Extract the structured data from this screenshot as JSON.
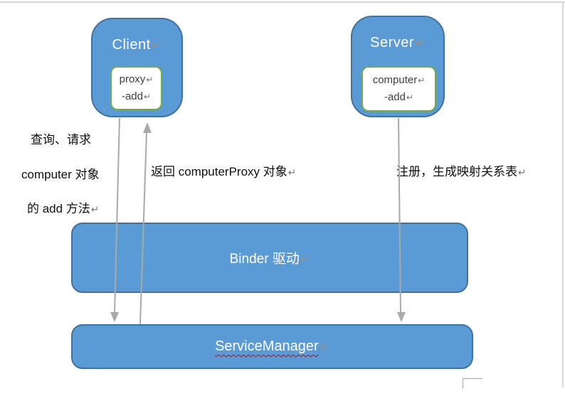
{
  "client_box": {
    "label": "Client",
    "mark": "↵",
    "inner": {
      "line1": "proxy",
      "line1_mark": "↵",
      "line2": "-add",
      "line2_mark": "↵"
    }
  },
  "server_box": {
    "label": "Server",
    "mark": "↵",
    "inner": {
      "line1": "computer",
      "line1_mark": "↵",
      "line2": "-add",
      "line2_mark": "↵"
    }
  },
  "binder_box": {
    "label": "Binder 驱动",
    "mark": "↵"
  },
  "service_manager_box": {
    "label": "ServiceManager",
    "mark": "↵"
  },
  "annotations": {
    "client_request": {
      "line1": "查询、请求",
      "line2": "computer 对象",
      "line3": "的 add 方法",
      "mark": "↵"
    },
    "return_proxy": {
      "text": "返回 computerProxy 对象",
      "mark": "↵"
    },
    "register": {
      "text": "注册，生成映射关系表",
      "mark": "↵"
    }
  },
  "arrows": [
    {
      "name": "client-to-servicemanager",
      "direction": "down"
    },
    {
      "name": "servicemanager-to-client",
      "direction": "up"
    },
    {
      "name": "server-to-servicemanager",
      "direction": "down"
    }
  ],
  "colors": {
    "box_fill": "#5b9bd5",
    "box_border": "#41719c",
    "inner_box_border": "#70ad47",
    "arrow": "#a9a9a9",
    "paragraph_mark": "#9a9083",
    "spellcheck_underline": "#d40000",
    "page_edge": "#d9d9d9",
    "annotation_text": "#0f0f0f",
    "box_text": "#ffffff"
  }
}
